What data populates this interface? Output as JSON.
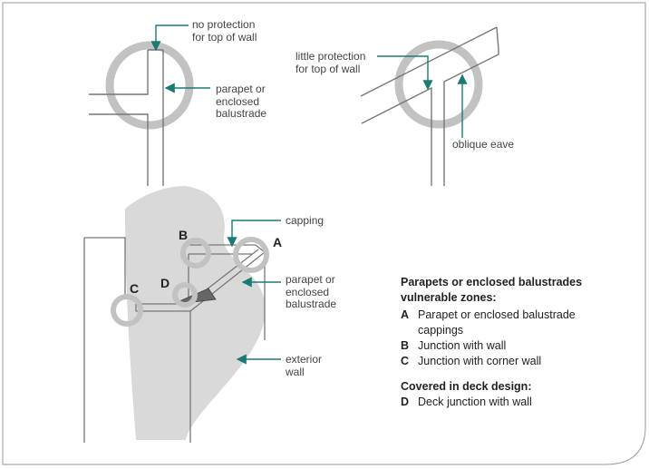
{
  "top_left": {
    "label_top": [
      "no protection",
      "for top of wall"
    ],
    "label_side": [
      "parapet or",
      "enclosed",
      "balustrade"
    ]
  },
  "top_right": {
    "label_top": [
      "little protection",
      "for top of wall"
    ],
    "label_bottom": "oblique eave"
  },
  "bottom": {
    "capping": "capping",
    "parapet": [
      "parapet or",
      "enclosed",
      "balustrade"
    ],
    "exterior": [
      "exterior",
      "wall"
    ],
    "letters": [
      "A",
      "B",
      "C",
      "D"
    ]
  },
  "key": {
    "heading1": [
      "Parapets or enclosed balustrades",
      "vulnerable zones:"
    ],
    "items1": [
      {
        "key": "A",
        "text": [
          "Parapet or enclosed balustrade",
          "cappings"
        ]
      },
      {
        "key": "B",
        "text": [
          "Junction with wall"
        ]
      },
      {
        "key": "C",
        "text": [
          "Junction with corner wall"
        ]
      }
    ],
    "heading2": "Covered in deck design:",
    "items2": [
      {
        "key": "D",
        "text": [
          "Deck junction with wall"
        ]
      }
    ]
  },
  "colors": {
    "arrow": "#1a7a74",
    "zone": "#bdbdbd",
    "shade": "#d9d9d9",
    "line": "#777777"
  }
}
